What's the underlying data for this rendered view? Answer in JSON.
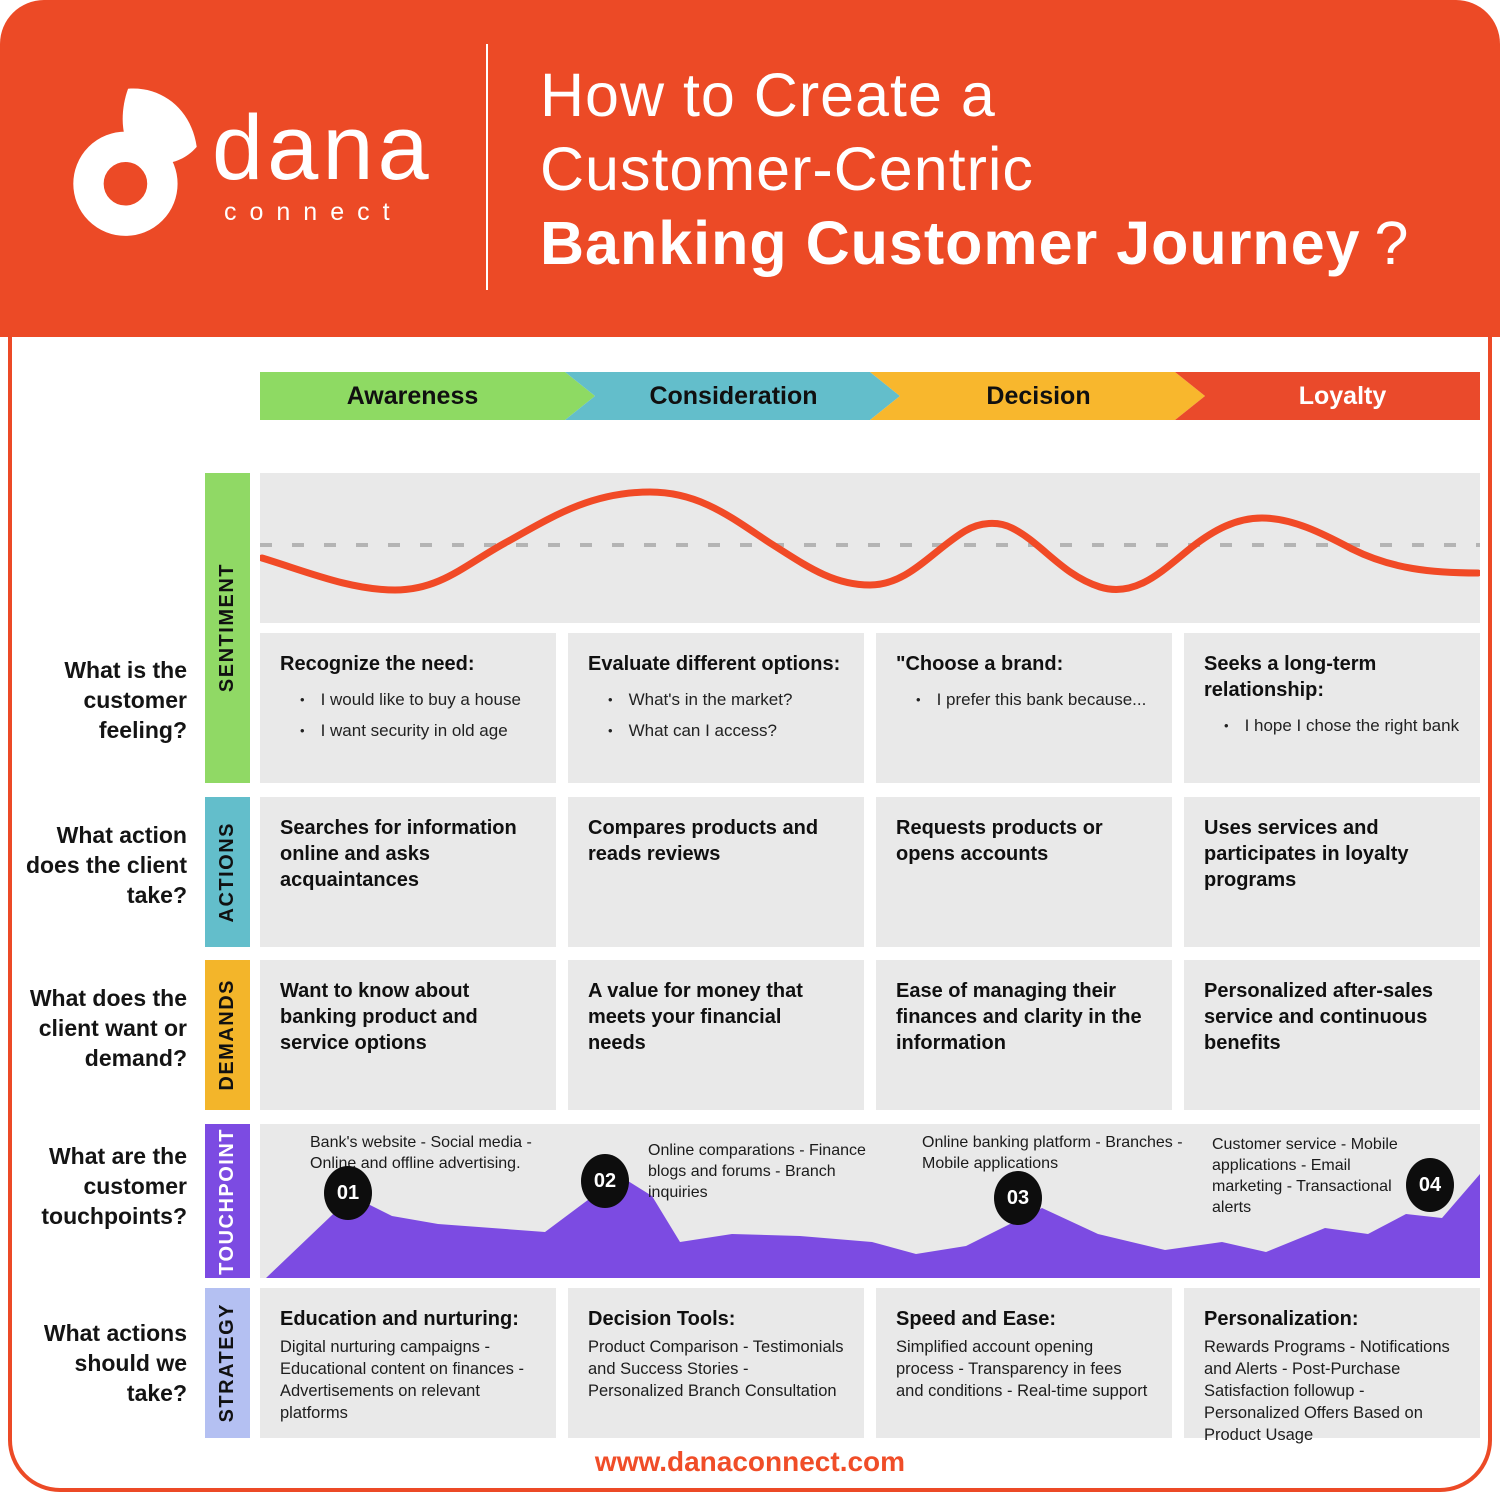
{
  "header": {
    "brand": "dana",
    "brand_sub": "connect",
    "title_light_1": "How to Create a",
    "title_light_2": "Customer-Centric",
    "title_bold": "Banking Customer Journey",
    "title_mark": "?"
  },
  "stages": [
    {
      "label": "Awareness",
      "color": "#8EDA63"
    },
    {
      "label": "Consideration",
      "color": "#63BECB"
    },
    {
      "label": "Decision",
      "color": "#F8B72D"
    },
    {
      "label": "Loyalty",
      "color": "#EA4A2B"
    }
  ],
  "rows": {
    "sentiment": {
      "label": "SENTIMENT",
      "color": "#90D965",
      "question": "What is the customer feeling?",
      "cells": [
        {
          "heading": "Recognize the need:",
          "bullets": [
            "I would like to buy a house",
            "I want security in old age"
          ]
        },
        {
          "heading": "Evaluate different options:",
          "bullets": [
            "What's in the market?",
            "What can I access?"
          ]
        },
        {
          "heading": "\"Choose a brand:",
          "bullets": [
            "I prefer this bank because..."
          ]
        },
        {
          "heading": "Seeks a long-term relationship:",
          "bullets": [
            "I hope I chose the right bank"
          ]
        }
      ]
    },
    "actions": {
      "label": "ACTIONS",
      "color": "#63BECB",
      "question": "What action does the client take?",
      "cells": [
        "Searches for information online and asks acquaintances",
        "Compares products and reads reviews",
        "Requests products or opens accounts",
        "Uses services and participates in loyalty programs"
      ]
    },
    "demands": {
      "label": "DEMANDS",
      "color": "#F3B52A",
      "question": "What does the client want or demand?",
      "cells": [
        "Want to know about banking product and service options",
        "A value for money that meets your financial needs",
        "Ease of managing their finances and clarity in the information",
        "Personalized after-sales service and continuous benefits"
      ]
    },
    "touchpoint": {
      "label": "TOUCHPOINT",
      "color": "#7C4BE2",
      "question": "What are the customer touchpoints?",
      "points": [
        {
          "num": "01",
          "label": "Bank's website - Social media - Online and offline advertising."
        },
        {
          "num": "02",
          "label": "Online comparations - Finance blogs and forums - Branch inquiries"
        },
        {
          "num": "03",
          "label": "Online banking platform - Branches - Mobile applications"
        },
        {
          "num": "04",
          "label": "Customer service - Mobile applications - Email marketing - Transactional alerts"
        }
      ]
    },
    "strategy": {
      "label": "STRATEGY",
      "color": "#B4C0F2",
      "question": "What actions should we take?",
      "cells": [
        {
          "heading": "Education and  nurturing:",
          "body": "Digital nurturing campaigns - Educational content on finances - Advertisements on relevant platforms"
        },
        {
          "heading": "Decision Tools:",
          "body": "Product Comparison - Testimonials and Success Stories - Personalized Branch Consultation"
        },
        {
          "heading": "Speed and Ease:",
          "body": "Simplified account opening process - Transparency in fees and conditions - Real-time support"
        },
        {
          "heading": "Personalization:",
          "body": "Rewards Programs - Notifications and Alerts - Post-Purchase Satisfaction followup - Personalized Offers Based on Product Usage"
        }
      ]
    }
  },
  "footer": {
    "url": "www.danaconnect.com"
  },
  "colors": {
    "header_background": "#EC4A26",
    "sentiment_curve": "#F14A26",
    "touchpoint_area": "#7C4BE2",
    "cell_background": "#E9E9E9",
    "footer_text": "#F04D28"
  }
}
